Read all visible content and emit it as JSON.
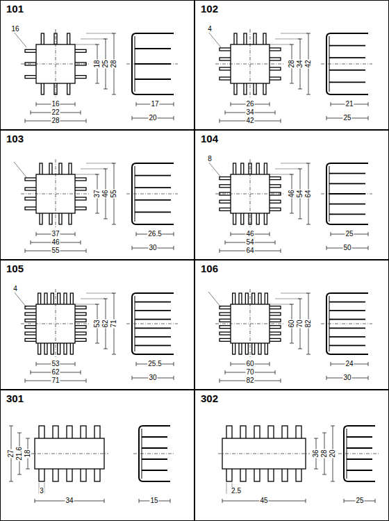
{
  "diagram": {
    "nodes": [
      {
        "text": [
          "101"
        ]
      },
      {
        "text": [
          "102"
        ]
      },
      {
        "text": [
          "103"
        ]
      },
      {
        "text": [
          "104"
        ]
      },
      {
        "text": [
          "105"
        ]
      },
      {
        "text": [
          "106"
        ]
      },
      {
        "text": [
          "301"
        ]
      },
      {
        "text": [
          "302"
        ]
      }
    ],
    "labels": [
      "16",
      "18",
      "25",
      "28",
      "16",
      "22",
      "28",
      "17",
      "20",
      "4",
      "28",
      "34",
      "42",
      "26",
      "34",
      "42",
      "21",
      "25",
      "37",
      "46",
      "55",
      "37",
      "46",
      "55",
      "26.5",
      "30",
      "8",
      "46",
      "54",
      "64",
      "46",
      "54",
      "64",
      "25",
      "50",
      "4",
      "53",
      "62",
      "71",
      "53",
      "62",
      "71",
      "25.5",
      "30",
      "60",
      "70",
      "82",
      "60",
      "70",
      "82",
      "24",
      "30",
      "27",
      "21.6",
      "18",
      "3",
      "34",
      "15",
      "20",
      "28",
      "36",
      "2.5",
      "45",
      "25"
    ]
  }
}
